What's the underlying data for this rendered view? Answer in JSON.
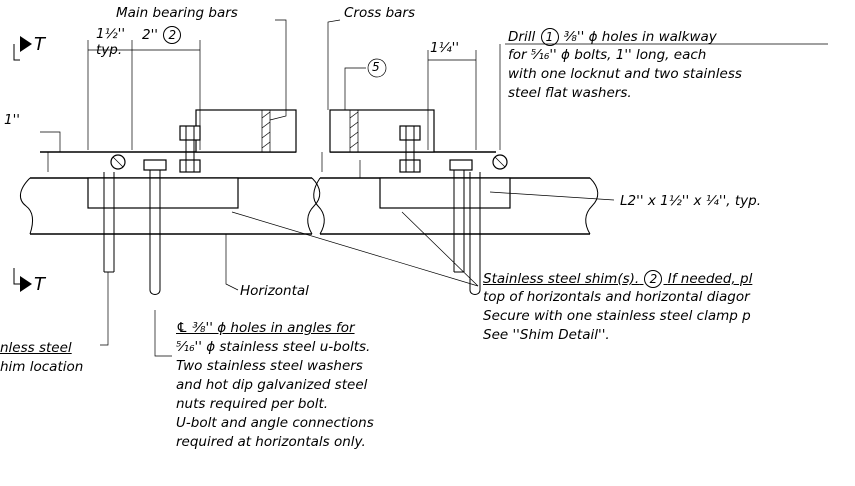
{
  "labels": {
    "main_bearing_bars": "Main bearing bars",
    "cross_bars": "Cross bars",
    "section_mark": "T",
    "dim_1_5": "1½''",
    "dim_typ": "typ.",
    "dim_2": "2''",
    "ref_2": "2",
    "ref_5": "5",
    "dim_1_4": "1¼''",
    "dim_1": "1''",
    "horizontal": "Horizontal",
    "angle_label": "L2'' x 1½'' x ¼'', typ."
  },
  "notes": {
    "drill_line1_a": "Drill",
    "drill_ref": "1",
    "drill_line1_b": "⅜'' ϕ holes in walkway",
    "drill_line2": "for ⁵⁄₁₆'' ϕ bolts, 1'' long, each",
    "drill_line3": "with one locknut and two stainless",
    "drill_line4": "steel flat washers.",
    "shim_line1_a": "Stainless steel shim(s).",
    "shim_ref": "2",
    "shim_line1_b": "If needed, pl",
    "shim_line2": "top of horizontals and horizontal diagor",
    "shim_line3": "Secure with one stainless steel clamp p",
    "shim_line4": "See ''Shim Detail''.",
    "ubolt_line1": "℄ ⅜'' ϕ holes in angles for",
    "ubolt_line2": "⁵⁄₁₆'' ϕ stainless steel u-bolts.",
    "ubolt_line3": "Two stainless steel washers",
    "ubolt_line4": "and hot dip galvanized steel",
    "ubolt_line5": "nuts required  per bolt.",
    "ubolt_line6": "U-bolt and angle connections",
    "ubolt_line7": "required at horizontals only.",
    "left_line1": "nless steel",
    "left_line2": "him location"
  }
}
